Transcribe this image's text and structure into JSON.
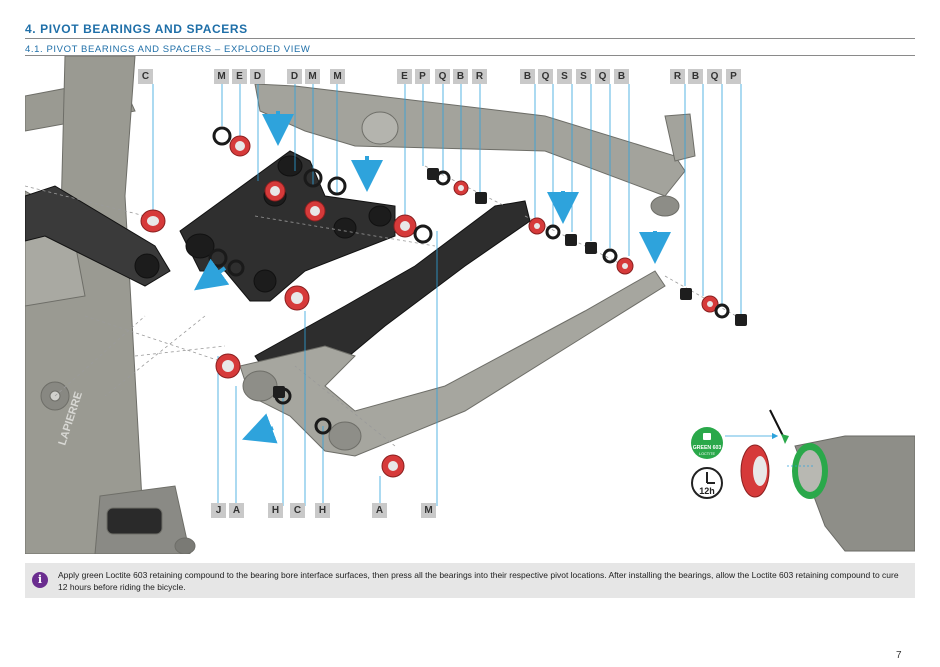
{
  "header": {
    "title": "4. PIVOT BEARINGS AND SPACERS",
    "subtitle": "4.1. PIVOT BEARINGS AND SPACERS – EXPLODED VIEW"
  },
  "callouts_top": [
    "C",
    "M",
    "E",
    "D",
    "D",
    "M",
    "M",
    "E",
    "P",
    "Q",
    "B",
    "R",
    "B",
    "Q",
    "S",
    "S",
    "Q",
    "B",
    "R",
    "B",
    "Q",
    "P"
  ],
  "callouts_bottom": [
    "J",
    "A",
    "H",
    "C",
    "H",
    "A",
    "M"
  ],
  "detail": {
    "badge_line1": "GREEN 603",
    "badge_line2": "LOCTITE",
    "cure_time": "12h"
  },
  "frame_marking": "LAPIERRE",
  "note": {
    "text": "Apply green Loctite 603 retaining compound to the bearing bore interface surfaces, then press all the bearings into their respective pivot locations. After installing the bearings, allow the Loctite 603 retaining compound to cure 12 hours before riding the bicycle."
  },
  "page_number": "7",
  "colors": {
    "heading_blue": "#1f6fa8",
    "arrow_blue": "#2ea3dc",
    "bearing_red": "#d63a3a",
    "loctite_green": "#2aa84a",
    "info_purple": "#6a2d8f"
  }
}
